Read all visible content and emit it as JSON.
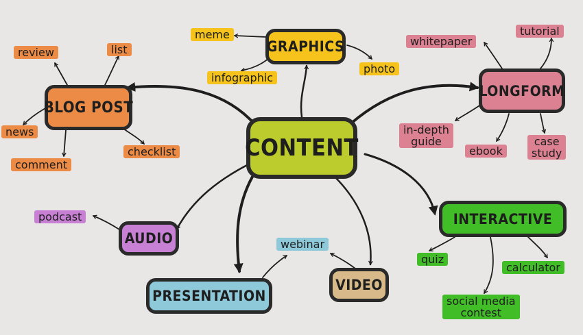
{
  "center": {
    "label": "CONTENT",
    "color": "#bccc2c"
  },
  "categories": [
    {
      "id": "graphics",
      "label": "GRAPHICS",
      "color": "#f5c31c",
      "leaves": [
        {
          "text": "meme"
        },
        {
          "text": "infographic"
        },
        {
          "text": "photo"
        }
      ]
    },
    {
      "id": "blog-post",
      "label": "BLOG POST",
      "color": "#ec8b45",
      "leaves": [
        {
          "text": "review"
        },
        {
          "text": "list"
        },
        {
          "text": "news"
        },
        {
          "text": "comment"
        },
        {
          "text": "checklist"
        }
      ]
    },
    {
      "id": "longform",
      "label": "LONGFORM",
      "color": "#db8191",
      "leaves": [
        {
          "text": "whitepaper"
        },
        {
          "text": "tutorial"
        },
        {
          "text": "in-depth\nguide"
        },
        {
          "text": "ebook"
        },
        {
          "text": "case\nstudy"
        }
      ]
    },
    {
      "id": "audio",
      "label": "AUDIO",
      "color": "#c780d4",
      "leaves": [
        {
          "text": "podcast"
        }
      ]
    },
    {
      "id": "presentation",
      "label": "PRESENTATION",
      "color": "#8dc9d9",
      "leaves": [
        {
          "text": "webinar"
        }
      ]
    },
    {
      "id": "video",
      "label": "VIDEO",
      "color": "#d7b98a",
      "leaves": []
    },
    {
      "id": "interactive",
      "label": "INTERACTIVE",
      "color": "#41bd27",
      "leaves": [
        {
          "text": "quiz"
        },
        {
          "text": "calculator"
        },
        {
          "text": "social media\ncontest"
        }
      ]
    }
  ]
}
